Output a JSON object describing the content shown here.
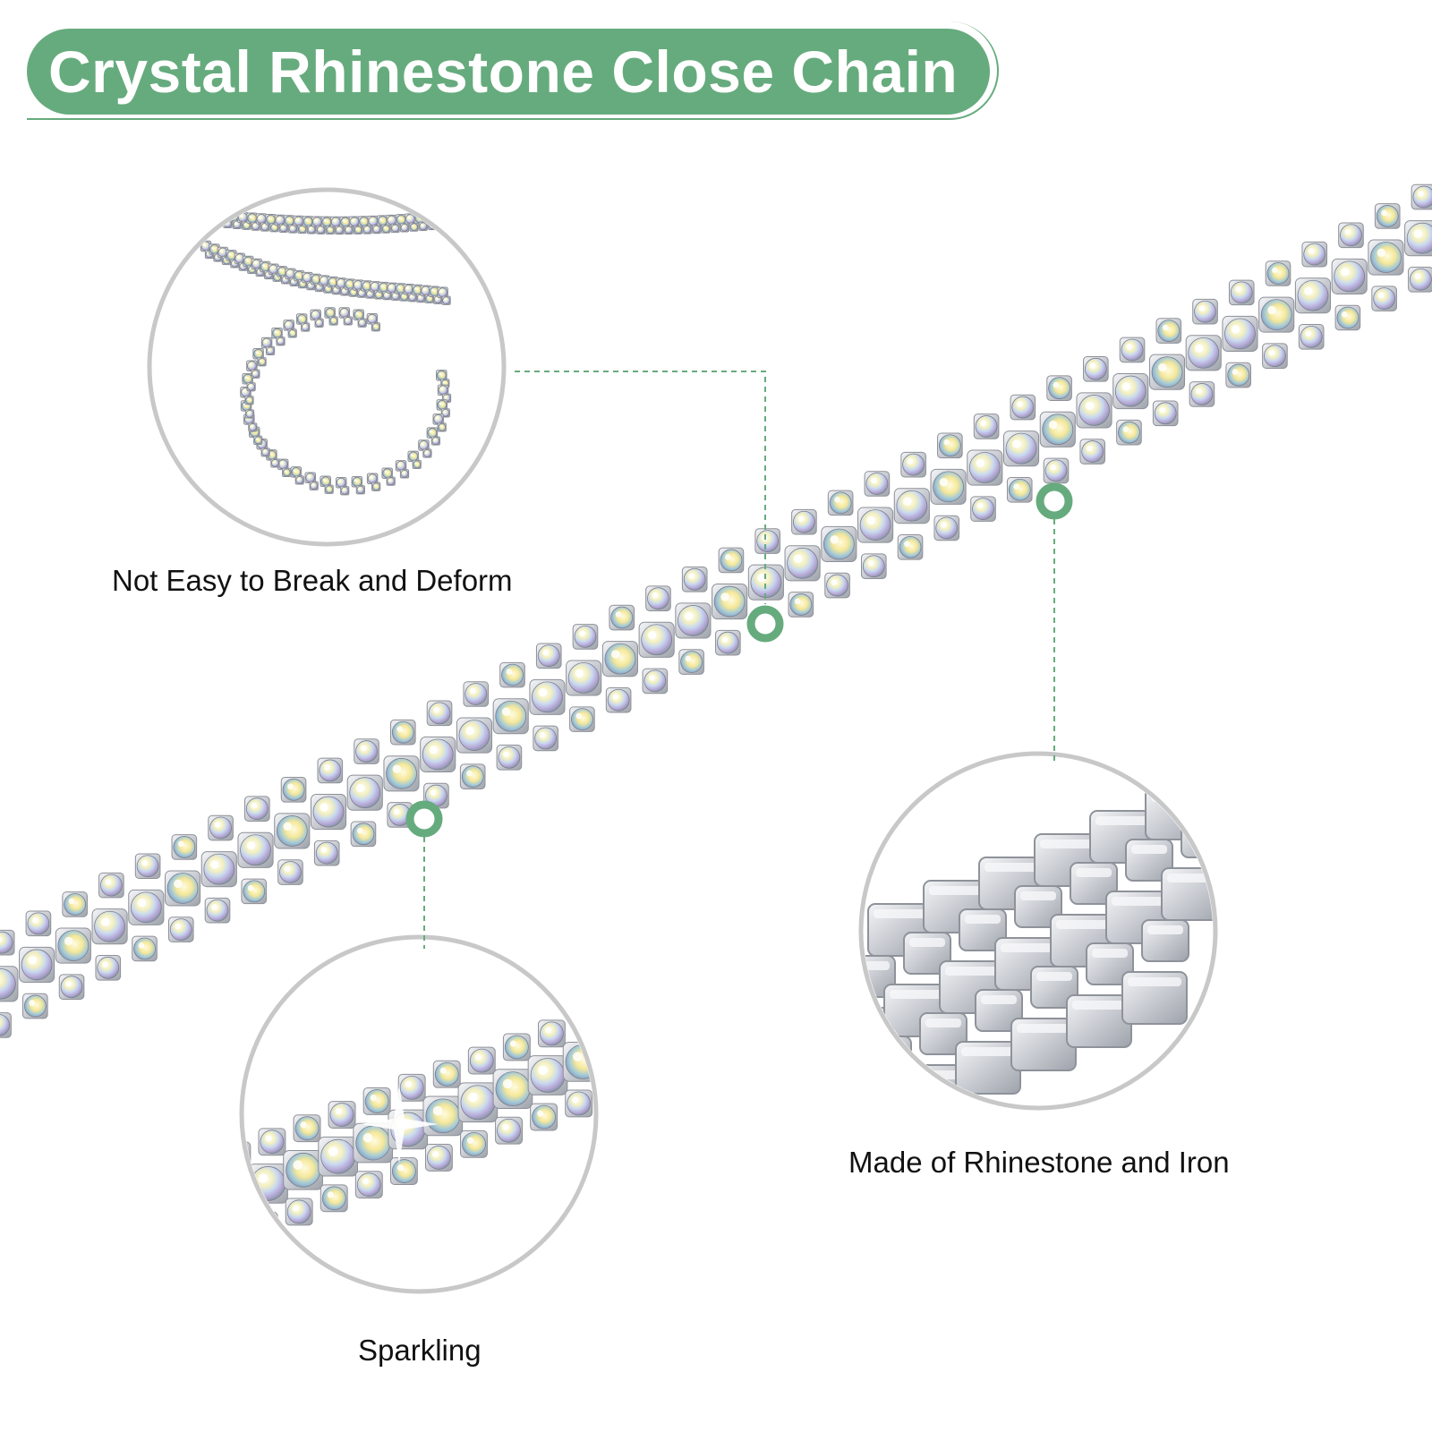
{
  "title": "Crystal Rhinestone Close Chain",
  "features": [
    {
      "caption": "Not Easy to Break and Deform"
    },
    {
      "caption": "Made of Rhinestone and Iron"
    },
    {
      "caption": "Sparkling"
    }
  ],
  "colors": {
    "accent": "#66ab7d",
    "circle_border": "#c8c8c8",
    "silver": "#d9dbe0",
    "leader_line": "#66ab7d"
  },
  "icons": [
    "callout-marker-icon"
  ]
}
